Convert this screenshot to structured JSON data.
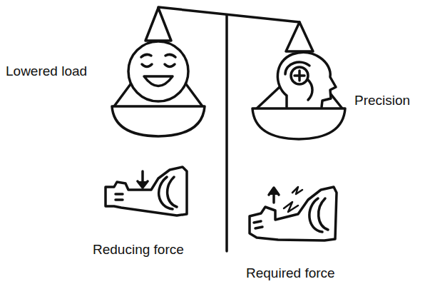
{
  "diagram": {
    "labels": [
      "Lowered load",
      "Precision",
      "Reducing force",
      "Required force"
    ]
  }
}
